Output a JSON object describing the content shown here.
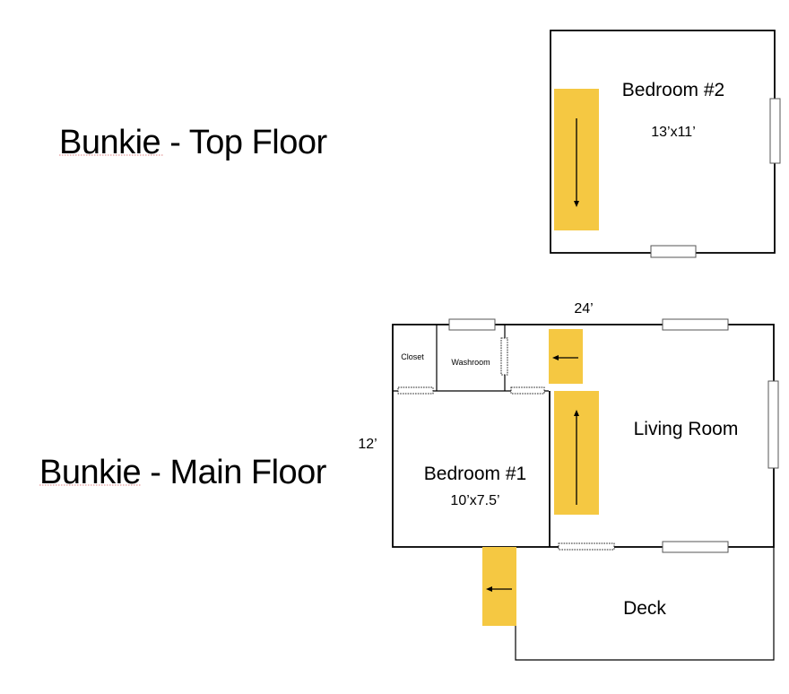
{
  "titles": {
    "top_floor": "Bunkie - Top Floor",
    "main_floor": "Bunkie - Main Floor"
  },
  "rooms": {
    "bedroom2": {
      "label": "Bedroom #2",
      "size": "13’x11’"
    },
    "bedroom1": {
      "label": "Bedroom #1",
      "size": "10’x7.5’"
    },
    "living_room": {
      "label": "Living Room"
    },
    "closet": {
      "label": "Closet"
    },
    "washroom": {
      "label": "Washroom"
    },
    "deck": {
      "label": "Deck"
    }
  },
  "dimensions": {
    "width": "24’",
    "depth": "12’"
  },
  "colors": {
    "stair": "#F5C842",
    "wall": "#000000",
    "window_outline": "#555555"
  }
}
